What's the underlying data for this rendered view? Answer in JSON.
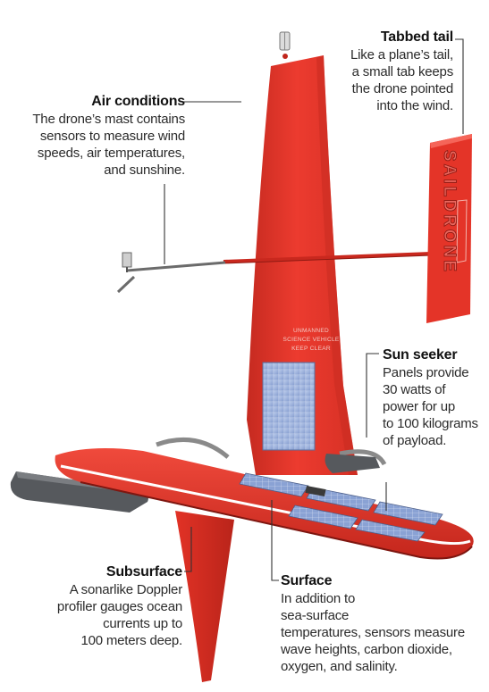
{
  "callouts": {
    "tail": {
      "title": "Tabbed tail",
      "lines": [
        "Like a plane’s tail,",
        "a small tab keeps",
        "the drone pointed",
        "into the wind."
      ]
    },
    "air": {
      "title": "Air conditions",
      "lines": [
        "The drone’s mast contains",
        "sensors to measure wind",
        "speeds, air temperatures,",
        "and sunshine."
      ]
    },
    "sun": {
      "title": "Sun seeker",
      "lines": [
        "Panels provide",
        "30 watts of",
        "power for up",
        "to 100 kilograms",
        "of payload."
      ]
    },
    "sub": {
      "title": "Subsurface",
      "lines": [
        "A sonarlike Doppler",
        "profiler gauges ocean",
        "currents up to",
        "100 meters deep."
      ]
    },
    "surf": {
      "title": "Surface",
      "lines": [
        "In addition to",
        "sea-surface",
        "temperatures, sensors measure",
        "wave heights, carbon dioxide,",
        "oxygen, and salinity."
      ]
    }
  },
  "labels": {
    "tail_brand": "SAILDRONE",
    "stencil_1": "UNMANNED",
    "stencil_2": "SCIENCE VEHICLE",
    "stencil_3": "KEEP CLEAR"
  },
  "colors": {
    "hull_red": "#e8372c",
    "hull_shadow": "#b82219",
    "pontoon_gray": "#55585c",
    "panel_blue": "#8fa9d8",
    "leader_line": "#333333"
  }
}
